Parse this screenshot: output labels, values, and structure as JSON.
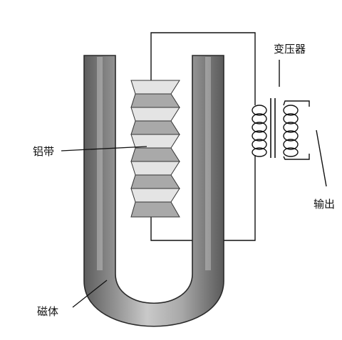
{
  "labels": {
    "transformer": "变压器",
    "aluminum_strip": "铝带",
    "output": "输出",
    "magnet": "磁体"
  },
  "colors": {
    "wire": "#111111",
    "magnet_dark": "#5a5a5a",
    "magnet_light": "#c8c8c8",
    "strip_light": "#e6e6e6",
    "strip_dark": "#9a9a9a"
  }
}
